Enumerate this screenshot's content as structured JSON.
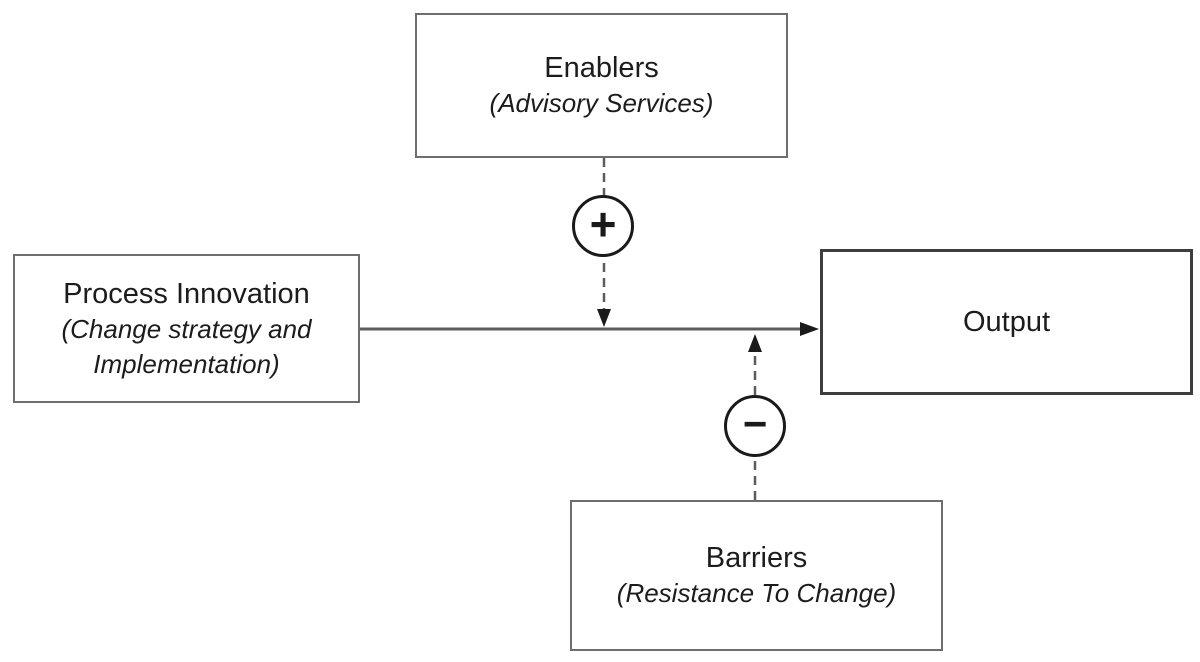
{
  "diagram": {
    "nodes": {
      "enablers": {
        "title": "Enablers",
        "subtitle": "(Advisory Services)"
      },
      "process_innovation": {
        "title": "Process Innovation",
        "subtitle": "(Change strategy and Implementation)"
      },
      "output": {
        "title": "Output"
      },
      "barriers": {
        "title": "Barriers",
        "subtitle": "(Resistance To Change)"
      }
    },
    "signs": {
      "plus": "+",
      "minus": "−"
    },
    "colors": {
      "background": "#ffffff",
      "box_border": "#6e6e6e",
      "output_border": "#3d3d3d",
      "line": "#5c5c5c",
      "arrow": "#1a1a1a",
      "text": "#1c1c1c"
    }
  }
}
